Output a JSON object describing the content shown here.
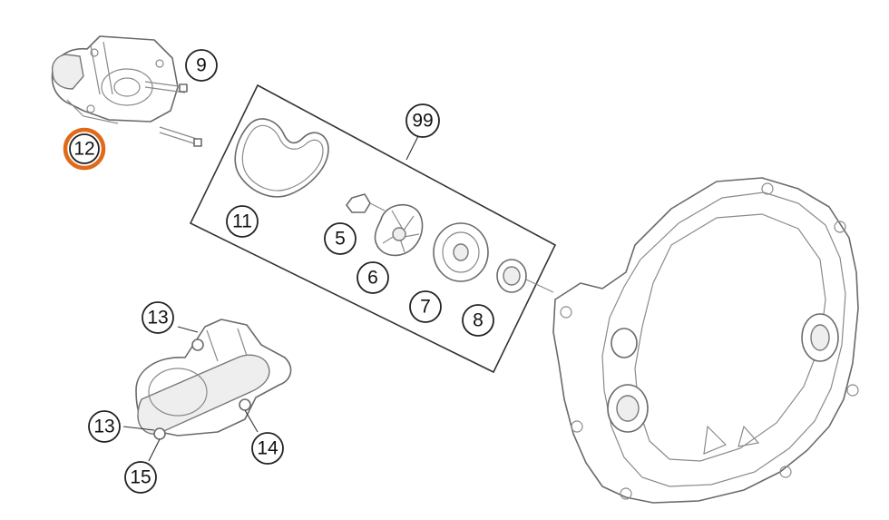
{
  "diagram": {
    "highlight_color": "#e06a1a",
    "line_color": "#333333",
    "part_outline_color": "#6a6a6a",
    "callouts": [
      {
        "id": "9",
        "label": "9",
        "highlighted": false
      },
      {
        "id": "12",
        "label": "12",
        "highlighted": true
      },
      {
        "id": "99",
        "label": "99",
        "highlighted": false
      },
      {
        "id": "11",
        "label": "11",
        "highlighted": false
      },
      {
        "id": "5",
        "label": "5",
        "highlighted": false
      },
      {
        "id": "6",
        "label": "6",
        "highlighted": false
      },
      {
        "id": "7",
        "label": "7",
        "highlighted": false
      },
      {
        "id": "8",
        "label": "8",
        "highlighted": false
      },
      {
        "id": "13a",
        "label": "13",
        "highlighted": false
      },
      {
        "id": "13b",
        "label": "13",
        "highlighted": false
      },
      {
        "id": "14",
        "label": "14",
        "highlighted": false
      },
      {
        "id": "15",
        "label": "15",
        "highlighted": false
      }
    ]
  }
}
